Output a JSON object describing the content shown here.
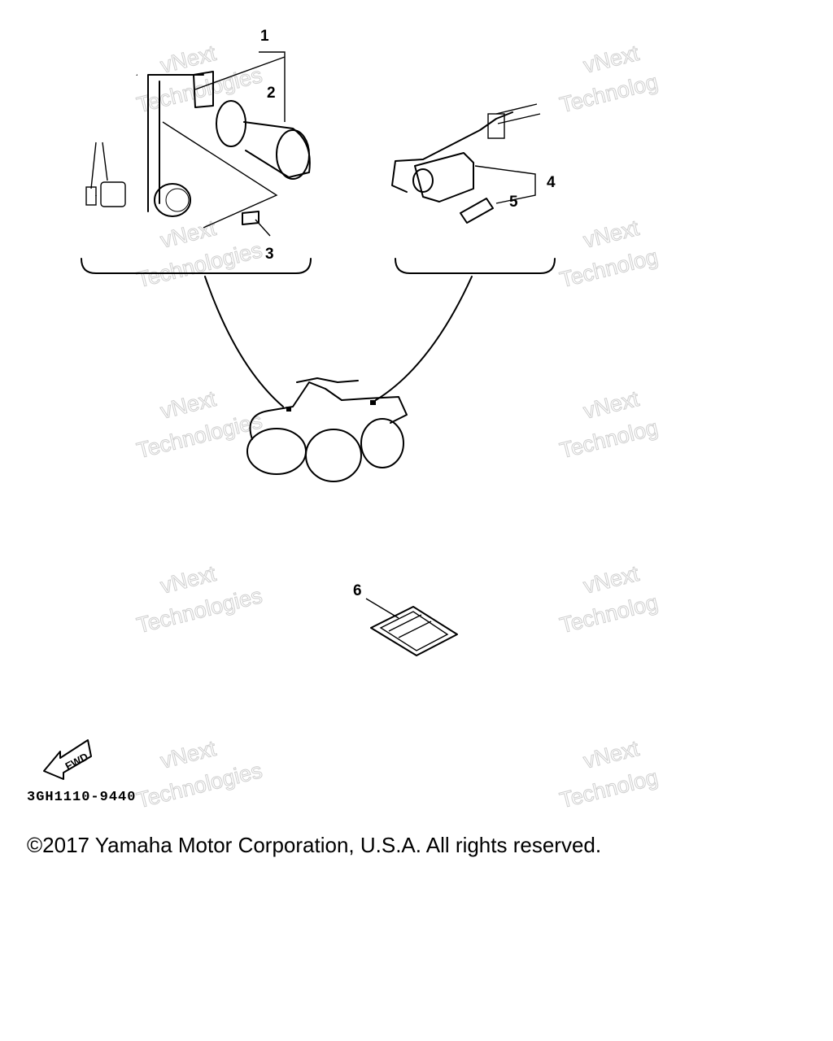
{
  "callouts": {
    "c1": "1",
    "c2": "2",
    "c3": "3",
    "c4": "4",
    "c5": "5",
    "c6": "6"
  },
  "watermark": {
    "line1": "vNext",
    "line2": "Technologies",
    "line2_cut": "Technolog"
  },
  "fwd_label": "FWD",
  "part_code": "3GH1110-9440",
  "copyright": "©2017 Yamaha Motor Corporation, U.S.A. All rights reserved."
}
